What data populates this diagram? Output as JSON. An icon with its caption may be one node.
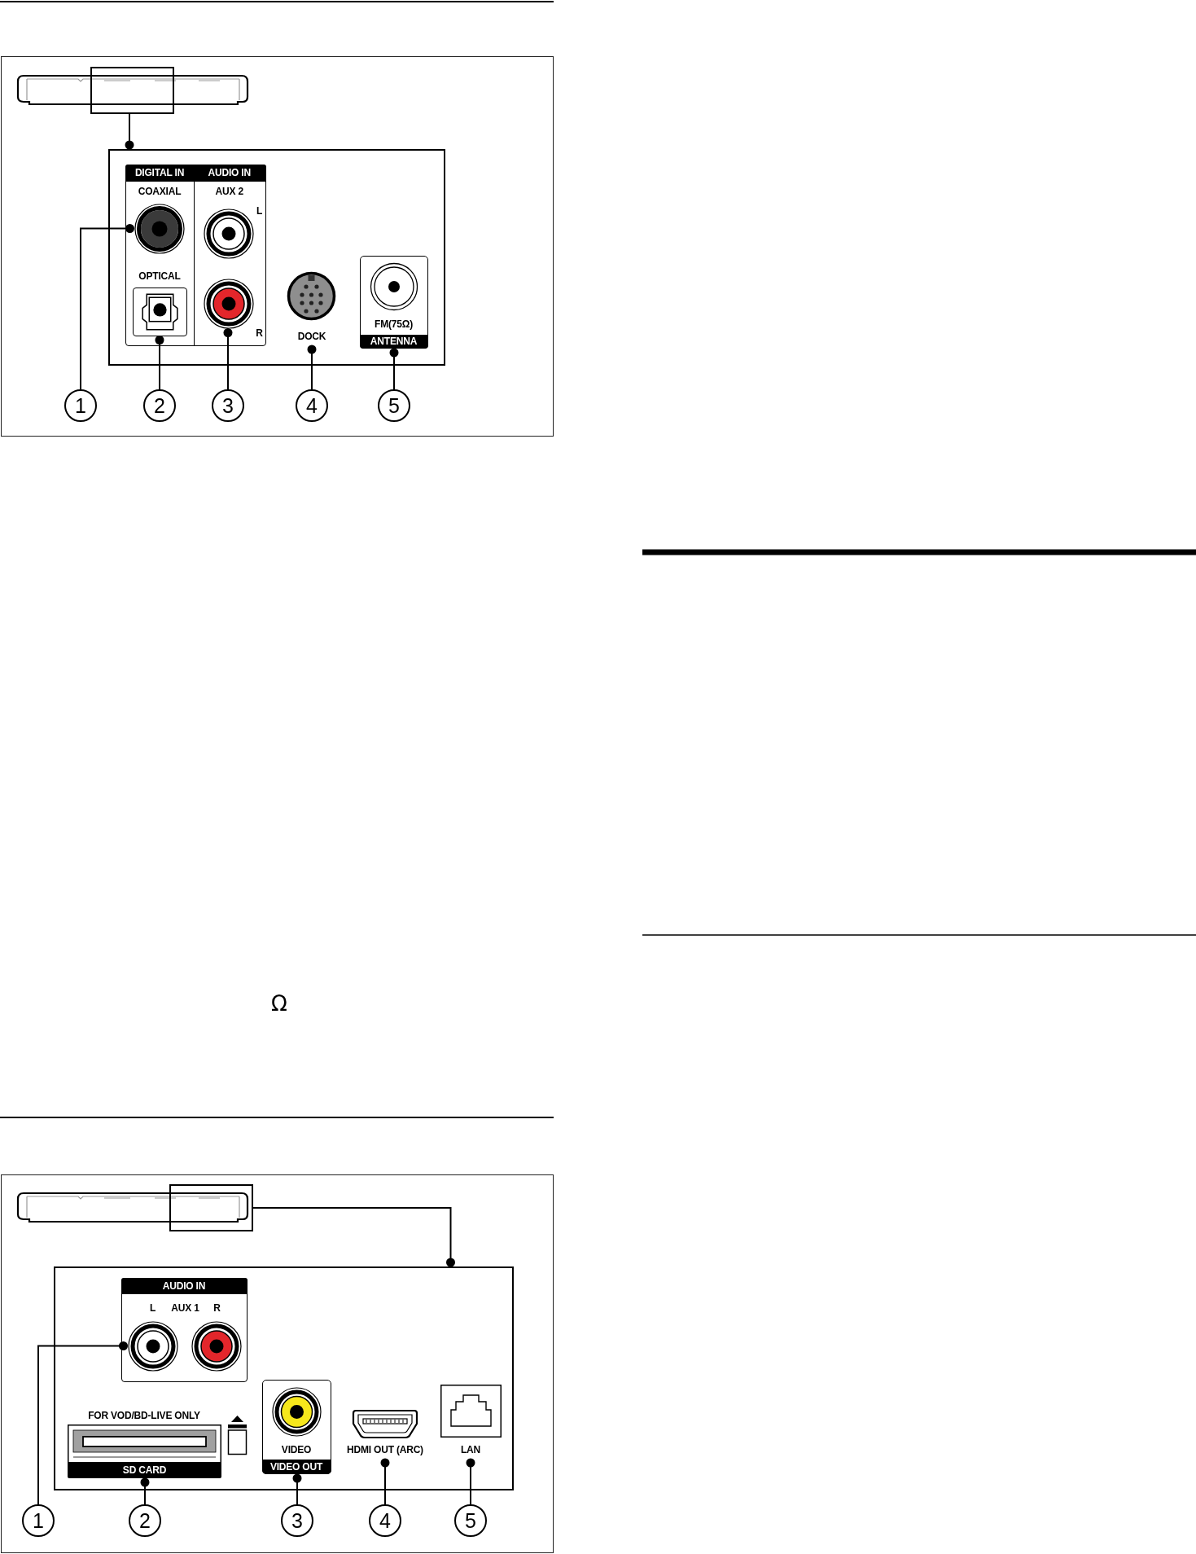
{
  "diagram": {
    "nodes": [
      {
        "text": [],
        "shape": "box"
      },
      {
        "text": [],
        "shape": "picture",
        "in": 0
      },
      {
        "text": [],
        "shape": "box",
        "in": 0
      },
      {
        "text": [],
        "shape": "box",
        "in": 0
      },
      {
        "text": [
          "DIGITAL IN",
          "COAXIAL",
          "OPTICAL"
        ],
        "in": 3
      },
      {
        "text": [],
        "shape": "circle",
        "in": 4
      },
      {
        "text": [],
        "shape": "box",
        "in": 4
      },
      {
        "text": [
          "AUDIO IN",
          "AUX 2",
          "L",
          "R"
        ],
        "in": 3
      },
      {
        "text": [],
        "shape": "circle",
        "in": 7
      },
      {
        "text": [
          "DOCK"
        ],
        "in": 3
      },
      {
        "text": [
          "FM(75Ω)",
          "ANTENNA"
        ],
        "in": 3
      },
      {
        "text": [
          "1"
        ],
        "in": 0
      },
      {
        "text": [
          "2"
        ],
        "in": 0
      },
      {
        "text": [
          "3"
        ],
        "in": 0
      },
      {
        "text": [
          "4"
        ],
        "in": 0
      },
      {
        "text": [
          "5"
        ],
        "in": 0
      },
      {
        "text": [],
        "shape": "box"
      },
      {
        "text": [],
        "shape": "picture",
        "in": 16
      },
      {
        "text": [],
        "shape": "box",
        "in": 16
      },
      {
        "text": [],
        "shape": "box",
        "in": 16
      },
      {
        "text": [
          "AUDIO IN",
          "L",
          "AUX 1",
          "R"
        ],
        "in": 19
      },
      {
        "text": [],
        "shape": "circle",
        "in": 20
      },
      {
        "text": [
          "FOR VOD/BD-LIVE ONLY",
          "SD CARD"
        ],
        "in": 19
      },
      {
        "text": [
          "VIDEO",
          "VIDEO OUT"
        ],
        "in": 19
      },
      {
        "text": [
          "HDMI OUT (ARC)"
        ],
        "in": 19
      },
      {
        "text": [
          "LAN"
        ],
        "in": 19
      },
      {
        "text": [
          "1"
        ],
        "in": 16
      },
      {
        "text": [
          "2"
        ],
        "in": 16
      },
      {
        "text": [
          "3"
        ],
        "in": 16
      },
      {
        "text": [
          "4"
        ],
        "in": 16
      },
      {
        "text": [
          "5"
        ],
        "in": 16
      }
    ],
    "edges": [
      {
        "from": 2,
        "to": 3,
        "arrow": "other"
      },
      {
        "from": 11,
        "to": 5,
        "arrow": "other"
      },
      {
        "from": 12,
        "to": 6,
        "arrow": "other"
      },
      {
        "from": 13,
        "to": 8,
        "arrow": "other"
      },
      {
        "from": 14,
        "to": 9,
        "arrow": "other"
      },
      {
        "from": 15,
        "to": 10,
        "arrow": "other"
      },
      {
        "from": 18,
        "to": 19,
        "arrow": "other"
      },
      {
        "from": 26,
        "to": 21,
        "arrow": "other"
      },
      {
        "from": 27,
        "to": 22,
        "arrow": "other"
      },
      {
        "from": 28,
        "to": 23,
        "arrow": "other"
      },
      {
        "from": 29,
        "to": 24,
        "arrow": "other"
      },
      {
        "from": 30,
        "to": 25,
        "arrow": "other"
      }
    ],
    "labels": [
      "Ω"
    ]
  }
}
